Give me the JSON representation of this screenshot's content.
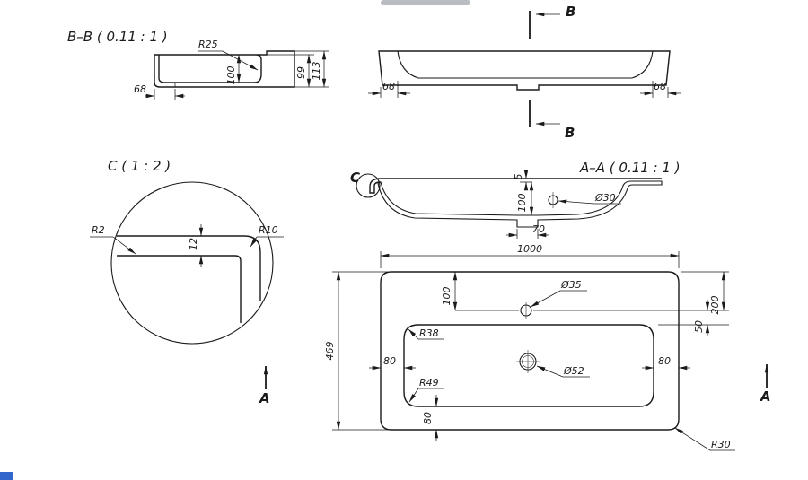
{
  "drawing": {
    "views": {
      "section_bb": {
        "title": "B–B ( 0.11 : 1 )",
        "dim_r25": "R25",
        "dim_100": "100",
        "dim_99": "99",
        "dim_113": "113",
        "dim_68": "68"
      },
      "top_view": {
        "cut_label_top": "B",
        "cut_label_bottom": "B",
        "dim_68_left": "68",
        "dim_68_right": "68"
      },
      "detail_c": {
        "title": "C ( 1 : 2 )",
        "dim_r2": "R2",
        "dim_12": "12",
        "dim_r10": "R10",
        "cut_label_left": "A"
      },
      "section_aa": {
        "title": "A–A ( 0.11 : 1 )",
        "detail_marker": "C",
        "dim_5": "5",
        "dim_100": "100",
        "dim_dia30": "Ø30",
        "dim_70": "70"
      },
      "plan_view": {
        "dim_1000": "1000",
        "dim_dia35": "Ø35",
        "dim_100": "100",
        "dim_50": "50",
        "dim_200": "200",
        "dim_r38": "R38",
        "dim_80_left": "80",
        "dim_dia52": "Ø52",
        "dim_80_right": "80",
        "dim_469": "469",
        "dim_r49": "R49",
        "dim_80_bottom": "80",
        "dim_r30": "R30",
        "cut_label_right": "A"
      }
    },
    "colors": {
      "line": "#1a1a1a",
      "background": "#ffffff",
      "artifact_blue": "#3366cc",
      "artifact_grey": "#b9bdc2"
    }
  }
}
